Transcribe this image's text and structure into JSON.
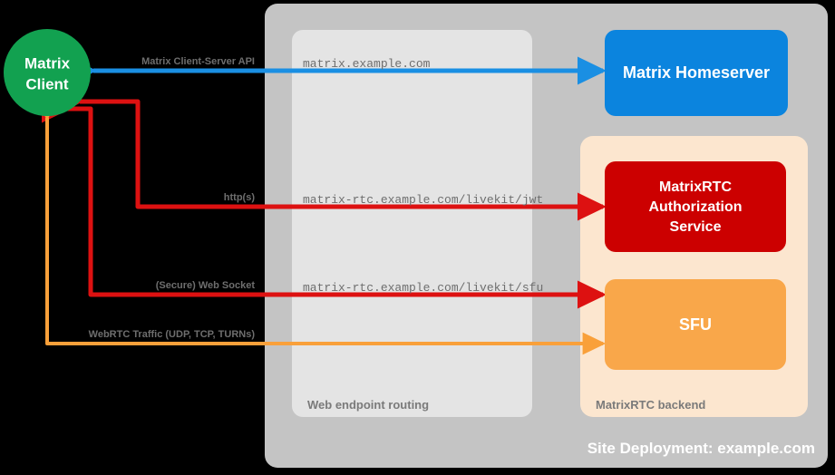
{
  "diagram": {
    "title": "Site Deployment: example.com",
    "containers": {
      "site": {
        "label": "Site Deployment: example.com",
        "color": "#c4c4c4"
      },
      "web_routing": {
        "label": "Web endpoint routing",
        "color": "#e4e4e4"
      },
      "rtc_backend": {
        "label": "MatrixRTC backend",
        "color": "#fce6cf"
      }
    },
    "nodes": [
      {
        "id": "matrix-client",
        "label_line1": "Matrix",
        "label_line2": "Client",
        "shape": "circle",
        "color": "#12a150"
      },
      {
        "id": "matrix-homeserver",
        "label_line1": "Matrix Homeserver",
        "label_line2": "",
        "shape": "rounded-rect",
        "color": "#0b84de"
      },
      {
        "id": "matrixrtc-authorization-service",
        "label_line1": "MatrixRTC",
        "label_line2": "Authorization",
        "label_line3": "Service",
        "shape": "rounded-rect",
        "color": "#cc0000"
      },
      {
        "id": "sfu",
        "label_line1": "SFU",
        "label_line2": "",
        "shape": "rounded-rect",
        "color": "#f9a74a"
      }
    ],
    "edges": [
      {
        "id": "client-server-api",
        "label": "Matrix Client-Server API",
        "endpoint": "matrix.example.com",
        "color": "#1a8fe3",
        "direction": "bidirectional"
      },
      {
        "id": "livekit-jwt",
        "label": "http(s)",
        "endpoint": "matrix-rtc.example.com/livekit/jwt",
        "color": "#dd1111",
        "direction": "bidirectional"
      },
      {
        "id": "livekit-sfu",
        "label": "(Secure) Web Socket",
        "endpoint": "matrix-rtc.example.com/livekit/sfu",
        "color": "#dd1111",
        "direction": "bidirectional"
      },
      {
        "id": "webrtc-traffic",
        "label": "WebRTC Traffic (UDP, TCP, TURNs)",
        "endpoint": "",
        "color": "#f9a03a",
        "direction": "bidirectional"
      }
    ]
  }
}
